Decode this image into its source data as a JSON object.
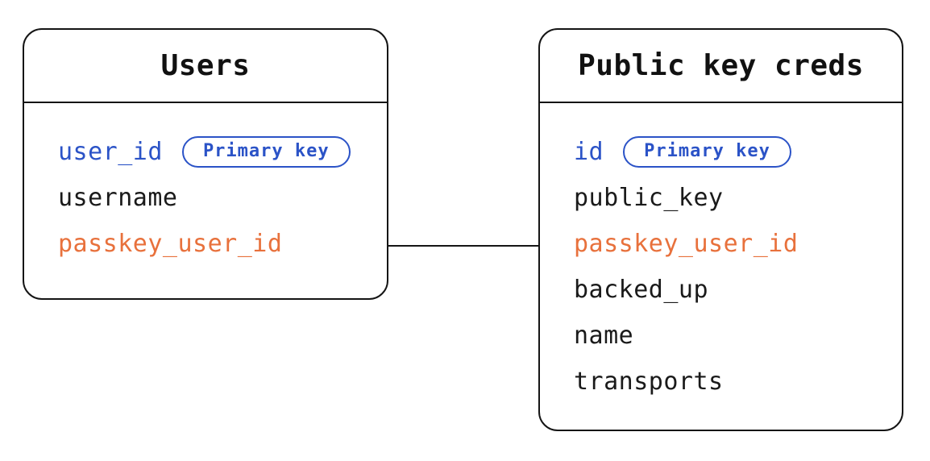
{
  "diagram": {
    "background": "#ffffff",
    "line_color": "#151515",
    "colors": {
      "primary_key_blue": "#2b53c7",
      "linking_field_orange": "#e8713c",
      "field_black": "#1a1a1a"
    },
    "tables": [
      {
        "id": "users",
        "title": "Users",
        "fields": [
          {
            "label": "user_id",
            "role": "primary",
            "badge": "Primary key"
          },
          {
            "label": "username",
            "role": "default",
            "badge": null
          },
          {
            "label": "passkey_user_id",
            "role": "highlight",
            "badge": null
          }
        ]
      },
      {
        "id": "pubkey",
        "title": "Public key creds",
        "fields": [
          {
            "label": "id",
            "role": "primary",
            "badge": "Primary key"
          },
          {
            "label": "public_key",
            "role": "default",
            "badge": null
          },
          {
            "label": "passkey_user_id",
            "role": "highlight",
            "badge": null
          },
          {
            "label": "backed_up",
            "role": "default",
            "badge": null
          },
          {
            "label": "name",
            "role": "default",
            "badge": null
          },
          {
            "label": "transports",
            "role": "default",
            "badge": null
          }
        ]
      }
    ],
    "relationship": {
      "from": "Users.passkey_user_id",
      "to": "Public key creds.passkey_user_id",
      "style": "straight-horizontal-line"
    }
  }
}
